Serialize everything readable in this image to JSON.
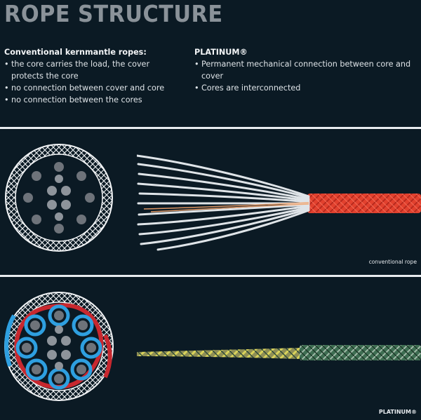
{
  "page": {
    "title": "ROPE STRUCTURE"
  },
  "conventional": {
    "heading": "Conventional kernmantle ropes:",
    "bullets": [
      "the core carries the load, the cover protects the core",
      "no connection between cover and core",
      "no connection between the cores"
    ],
    "caption": "conventional rope"
  },
  "platinum": {
    "heading": "PLATINUM®",
    "bullets": [
      "Permanent mechanical connection between core and cover",
      "Cores are interconnected"
    ],
    "caption": "PLATINUM®"
  },
  "colors": {
    "background": "#0b1a24",
    "title": "#8a9299",
    "cover_red": "#e2412e",
    "core_dot": "#6e737a",
    "link_red": "#c8282f",
    "link_blue": "#2e9fe0",
    "cover_green": "#3e6e52",
    "cover_yellow": "#d8d25a"
  }
}
